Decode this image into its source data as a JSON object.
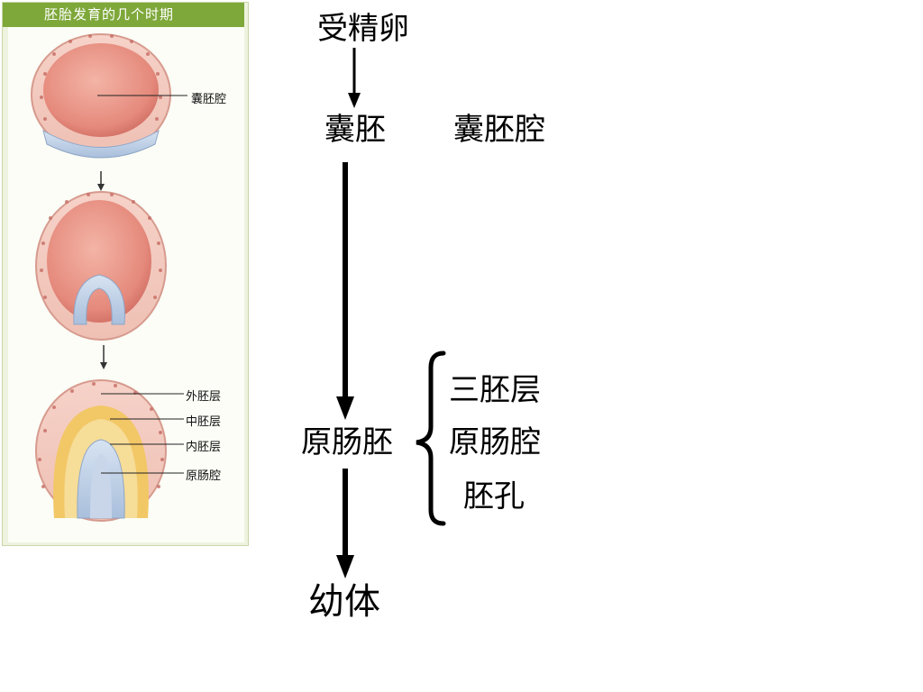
{
  "figure": {
    "title": "胚胎发育的几个时期",
    "labels": {
      "blastocoel": "囊胚腔",
      "ectoderm": "外胚层",
      "mesoderm": "中胚层",
      "endoderm": "内胚层",
      "archenteron": "原肠腔"
    }
  },
  "flow": {
    "zygote": "受精卵",
    "blastula": "囊胚",
    "blastula_cavity": "囊胚腔",
    "gastrula": "原肠胚",
    "branch": [
      "三胚层",
      "原肠腔",
      "胚孔"
    ],
    "larva": "幼体"
  }
}
